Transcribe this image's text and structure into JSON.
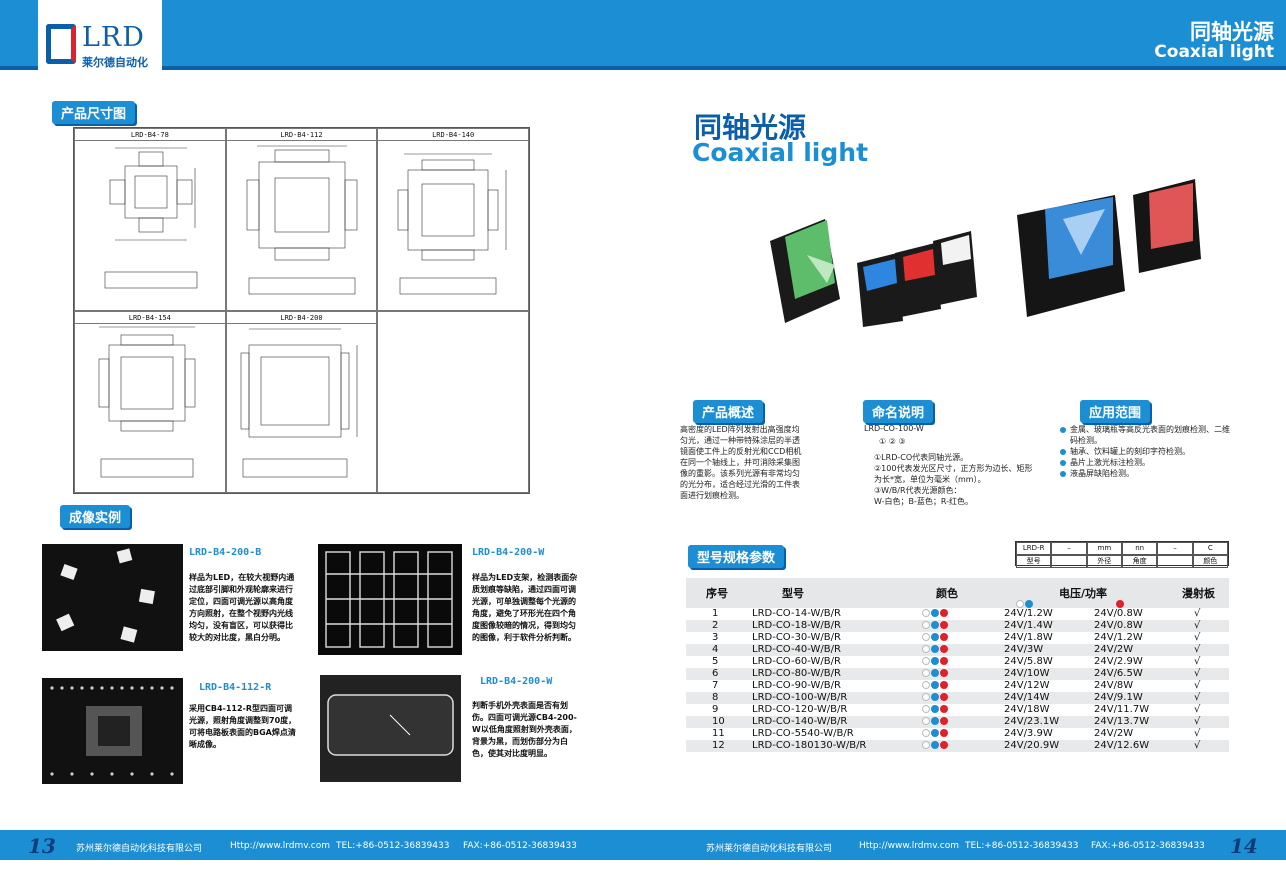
{
  "brand": {
    "logo": "LRD",
    "logo_cn": "莱尔德自动化"
  },
  "header": {
    "title_cn": "同轴光源",
    "title_en": "Coaxial light"
  },
  "left": {
    "dims_label": "产品尺寸图",
    "drawings": [
      "LRD-B4-78",
      "LRD-B4-112",
      "LRD-B4-140",
      "LRD-B4-154",
      "LRD-B4-200",
      ""
    ],
    "imaging_label": "成像实例",
    "examples": [
      {
        "title": "LRD-B4-200-B",
        "desc": "样品为LED，在较大视野内通过底部引脚和外观轮廓来进行定位，四面可调光源以高角度方向照射，在整个视野内光线均匀，没有盲区，可以获得比较大的对比度，黑白分明。"
      },
      {
        "title": "LRD-B4-200-W",
        "desc": "样品为LED支架，检测表面杂质划痕等缺陷，通过四面可调光源，可单独调整每个光源的角度，避免了环形光在四个角度图像较暗的情况，得到均匀的图像，利于软件分析判断。"
      },
      {
        "title": "LRD-B4-112-R",
        "desc": "采用CB4-112-R型四面可调光源，照射角度调整到70度，可将电路板表面的BGA焊点清晰成像。"
      },
      {
        "title": "LRD-B4-200-W",
        "desc": "判断手机外壳表面是否有划伤。四面可调光源CB4-200-W以低角度照射到外壳表面，背景为黑，而划伤部分为白色，使其对比度明显。"
      }
    ]
  },
  "right": {
    "title_cn": "同轴光源",
    "title_en": "Coaxial light",
    "overview": {
      "label": "产品概述",
      "text": "高密度的LED阵列发射出高强度均匀光，通过一种带特殊涂层的半透镜面使工件上的反射光和CCD相机在同一个轴线上，并可消除采集图像的重影。该系列光源有非常均匀的光分布，适合经过光滑的工件表面进行划痕检测。"
    },
    "naming": {
      "label": "命名说明",
      "code": "LRD-CO-100-W",
      "marks": "①    ②  ③",
      "items": [
        "①LRD-CO代表同轴光源。",
        "②100代表发光区尺寸，正方形为边长、矩形为长*宽，单位为毫米（mm）。",
        "③W/B/R代表光源颜色：",
        "W-白色；B-蓝色；R-红色。"
      ]
    },
    "apps": {
      "label": "应用范围",
      "items": [
        "金属、玻璃瓶等高反光表面的划痕检测、二维码检测。",
        "轴承、饮料罐上的刻印字符检测。",
        "晶片上激光标注检测。",
        "液晶屏缺陷检测。"
      ]
    },
    "spec_label": "型号规格参数",
    "code_table": {
      "top": [
        "LRD-R",
        "–",
        "mm",
        "nn",
        "–",
        "C"
      ],
      "bottom": [
        "型号",
        "",
        "外径",
        "角度",
        "",
        "颜色"
      ]
    },
    "table": {
      "headers": [
        "序号",
        "型号",
        "颜色",
        "电压/功率",
        "漫射板"
      ],
      "rows": [
        [
          "1",
          "LRD-CO-14-W/B/R",
          "24V/1.2W",
          "24V/0.8W",
          "√"
        ],
        [
          "2",
          "LRD-CO-18-W/B/R",
          "24V/1.4W",
          "24V/0.8W",
          "√"
        ],
        [
          "3",
          "LRD-CO-30-W/B/R",
          "24V/1.8W",
          "24V/1.2W",
          "√"
        ],
        [
          "4",
          "LRD-CO-40-W/B/R",
          "24V/3W",
          "24V/2W",
          "√"
        ],
        [
          "5",
          "LRD-CO-60-W/B/R",
          "24V/5.8W",
          "24V/2.9W",
          "√"
        ],
        [
          "6",
          "LRD-CO-80-W/B/R",
          "24V/10W",
          "24V/6.5W",
          "√"
        ],
        [
          "7",
          "LRD-CO-90-W/B/R",
          "24V/12W",
          "24V/8W",
          "√"
        ],
        [
          "8",
          "LRD-CO-100-W/B/R",
          "24V/14W",
          "24V/9.1W",
          "√"
        ],
        [
          "9",
          "LRD-CO-120-W/B/R",
          "24V/18W",
          "24V/11.7W",
          "√"
        ],
        [
          "10",
          "LRD-CO-140-W/B/R",
          "24V/23.1W",
          "24V/13.7W",
          "√"
        ],
        [
          "11",
          "LRD-CO-5540-W/B/R",
          "24V/3.9W",
          "24V/2W",
          "√"
        ],
        [
          "12",
          "LRD-CO-180130-W/B/R",
          "24V/20.9W",
          "24V/12.6W",
          "√"
        ]
      ]
    }
  },
  "footer": {
    "page_left": "13",
    "page_right": "14",
    "company": "苏州莱尔德自动化科技有限公司",
    "url": "Http://www.lrdmv.com",
    "tel": "TEL:+86-0512-36839433",
    "fax": "FAX:+86-0512-36839433"
  },
  "colors": {
    "primary": "#1c8ed3",
    "dark": "#0b5ea8",
    "red": "#e0202a"
  }
}
